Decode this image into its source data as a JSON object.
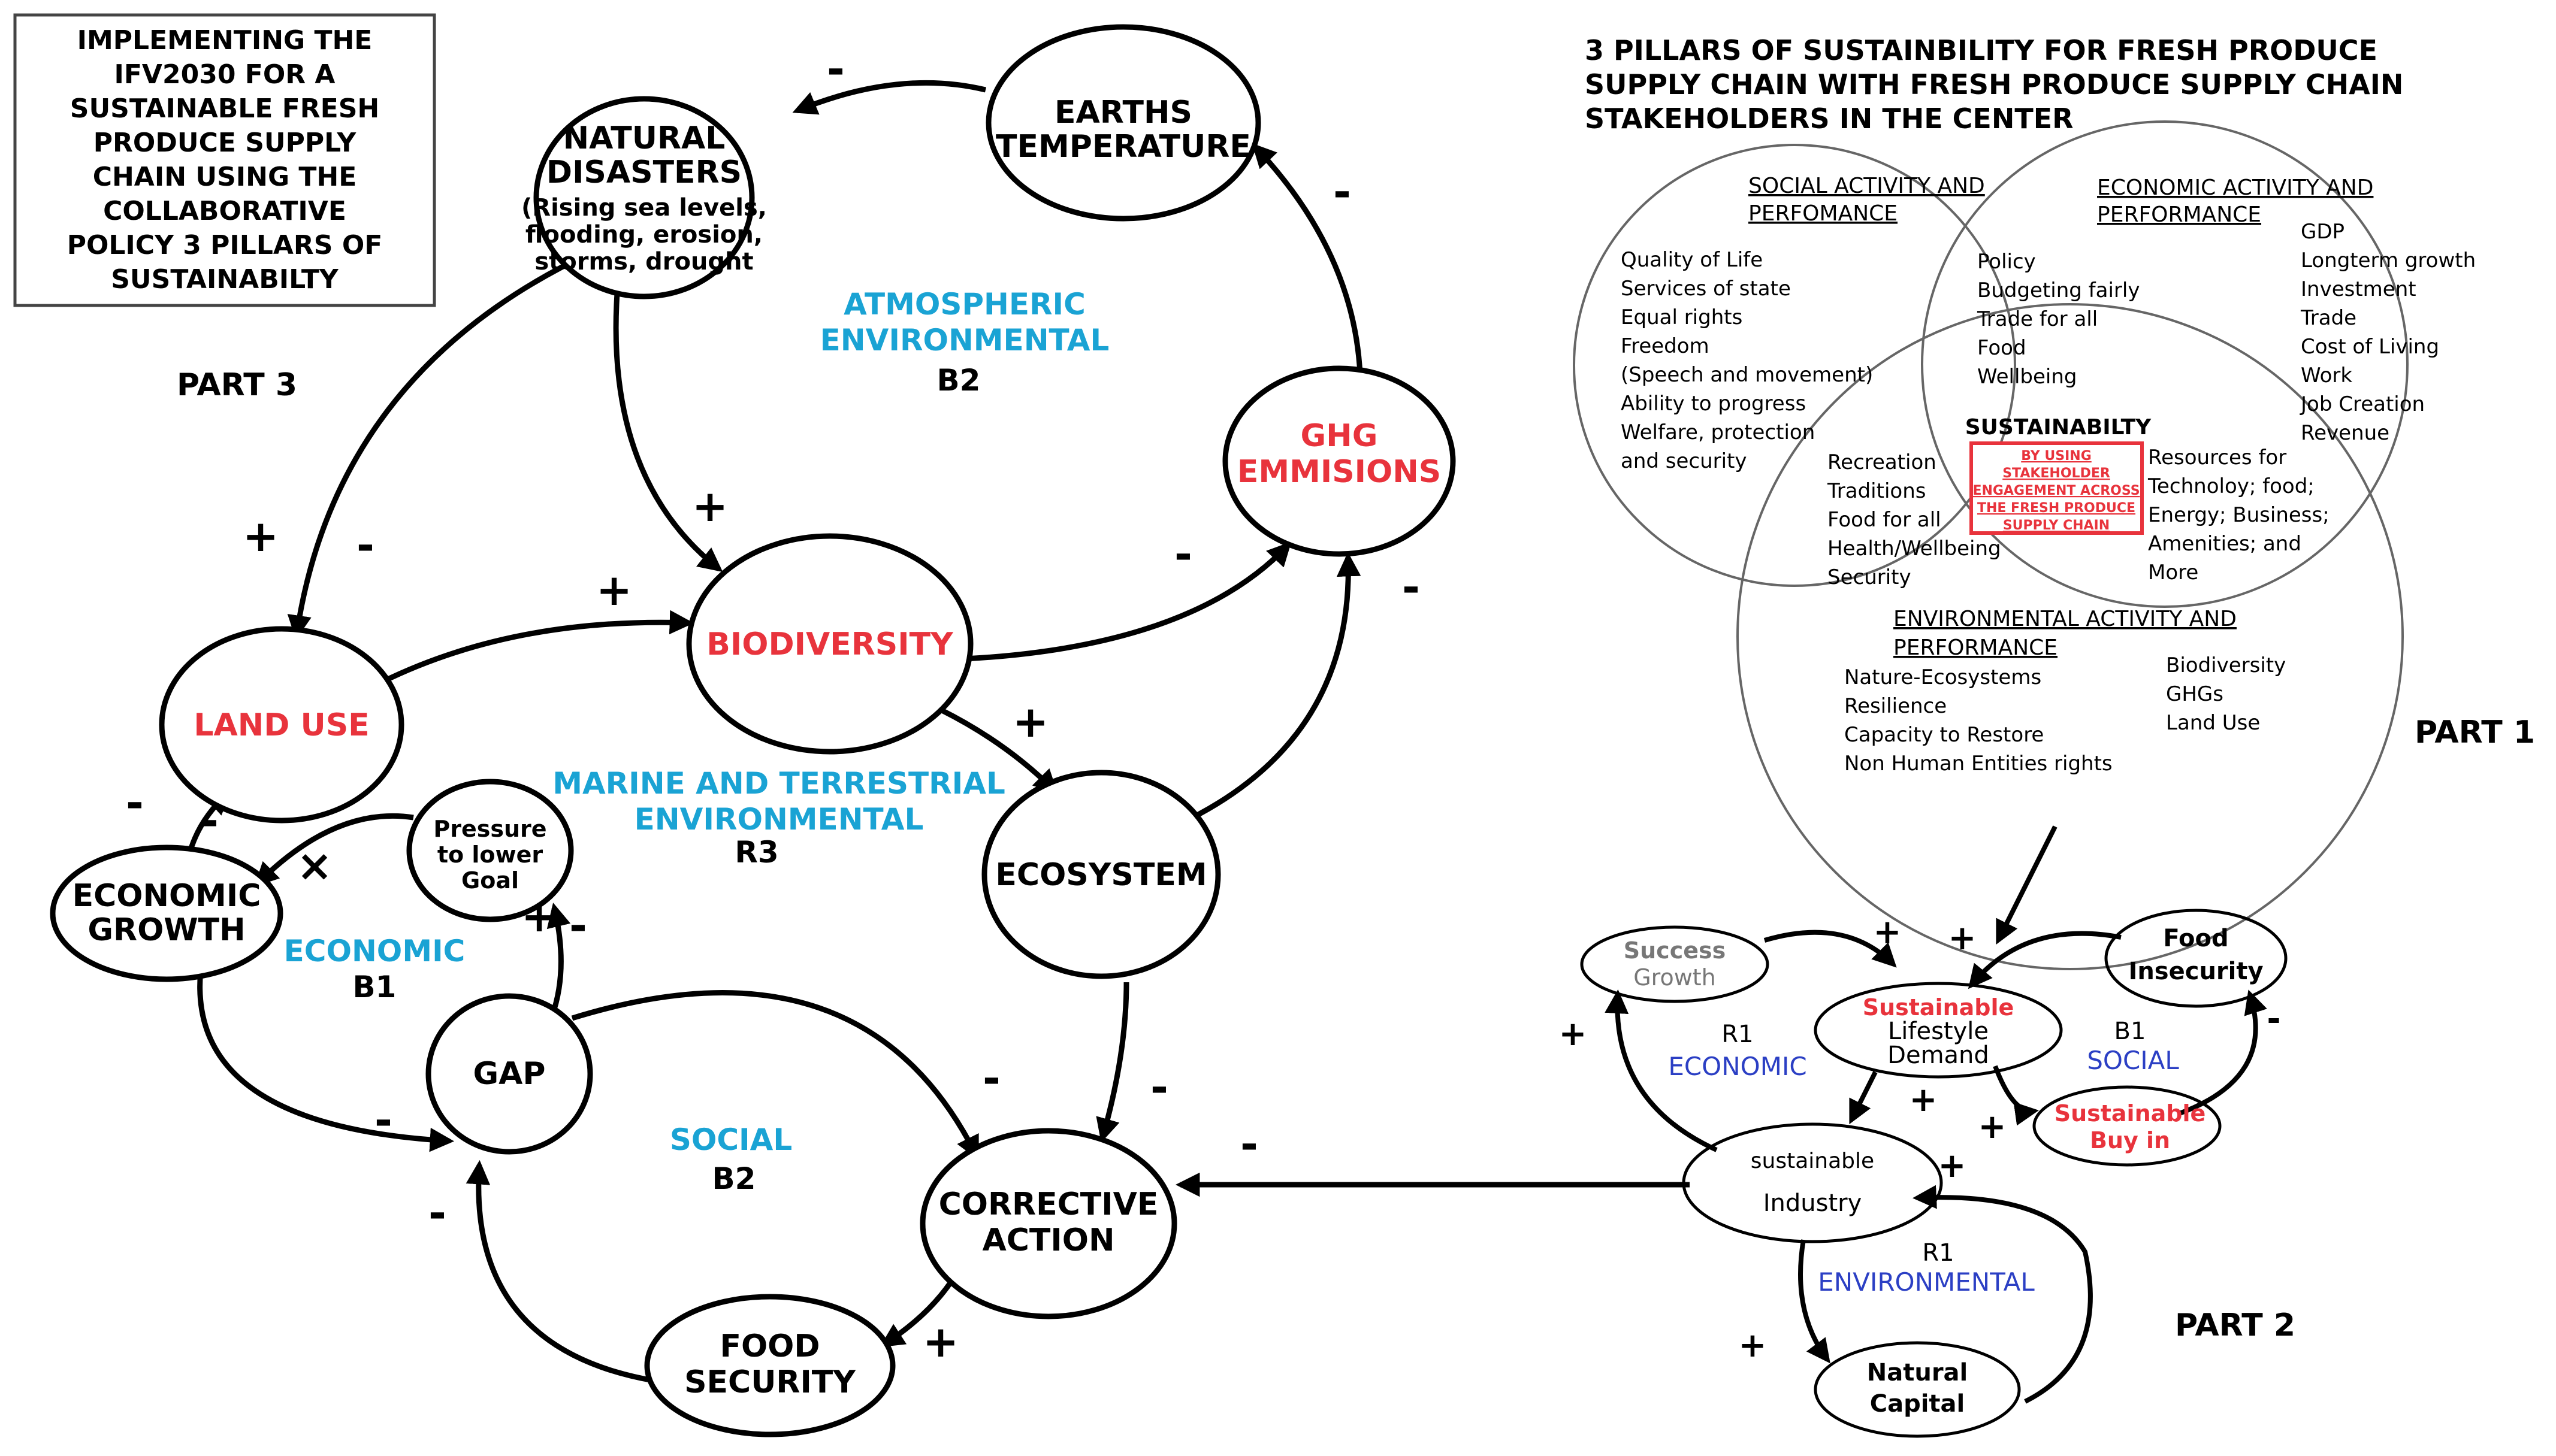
{
  "title_box": [
    "IMPLEMENTING THE",
    "IFV2030 FOR A",
    "SUSTAINABLE FRESH",
    "PRODUCE SUPPLY",
    "CHAIN USING THE",
    "COLLABORATIVE",
    "POLICY 3 PILLARS OF",
    "SUSTAINABILTY"
  ],
  "part_labels": {
    "part3": "PART 3",
    "part1": "PART 1",
    "part2": "PART 2"
  },
  "part3": {
    "nodes": {
      "natural_disasters": [
        "NATURAL",
        "DISASTERS"
      ],
      "natural_disasters_sub": [
        "(Rising sea levels,",
        "flooding, erosion,",
        "storms, drought"
      ],
      "earths_temperature": [
        "EARTHS",
        "TEMPERATURE"
      ],
      "ghg_emissions": [
        "GHG",
        "EMMISIONS"
      ],
      "biodiversity": "BIODIVERSITY",
      "land_use": "LAND USE",
      "ecosystem": "ECOSYSTEM",
      "economic_growth": [
        "ECONOMIC",
        "GROWTH"
      ],
      "pressure": [
        "Pressure",
        "to lower",
        "Goal"
      ],
      "gap": "GAP",
      "corrective_action": [
        "CORRECTIVE",
        "ACTION"
      ],
      "food_security": [
        "FOOD",
        "SECURITY"
      ]
    },
    "loops": {
      "atmospheric": [
        "ATMOSPHERIC",
        "ENVIRONMENTAL"
      ],
      "atmospheric_id": "B2",
      "marine": [
        "MARINE AND TERRESTRIAL",
        "ENVIRONMENTAL"
      ],
      "marine_id": "R3",
      "economic": "ECONOMIC",
      "economic_id": "B1",
      "social": "SOCIAL",
      "social_id": "B2"
    }
  },
  "part1": {
    "title": [
      "3 PILLARS OF SUSTAINBILITY FOR FRESH PRODUCE",
      "SUPPLY CHAIN WITH FRESH PRODUCE SUPPLY CHAIN",
      "STAKEHOLDERS IN THE CENTER"
    ],
    "social_heading": [
      "SOCIAL ACTIVITY AND",
      "PERFOMANCE"
    ],
    "social_items": [
      "Quality of Life",
      "Services of state",
      "Equal rights",
      "Freedom",
      "(Speech and movement)",
      "Ability to progress",
      "Welfare, protection",
      "and security"
    ],
    "economic_heading": [
      "ECONOMIC ACTIVITY AND",
      "PERFORMANCE"
    ],
    "economic_items": [
      "GDP",
      "Longterm growth",
      "Investment",
      "Trade",
      "Cost of Living",
      "Work",
      "Job Creation",
      "Revenue"
    ],
    "social_economic_items": [
      "Policy",
      "Budgeting fairly",
      "Trade for all",
      "Food",
      "Wellbeing"
    ],
    "sustainability": "SUSTAINABILTY",
    "center_box": [
      "BY USING",
      "STAKEHOLDER",
      "ENGAGEMENT ACROSS",
      "THE FRESH PRODUCE",
      "SUPPLY CHAIN"
    ],
    "social_env_items": [
      "Recreation",
      "Traditions",
      "Food for all",
      "Health/Wellbeing",
      "Security"
    ],
    "economic_env_items": [
      "Resources for",
      "Technoloy; food;",
      "Energy; Business;",
      "Amenities; and",
      "More"
    ],
    "env_heading": [
      "ENVIRONMENTAL ACTIVITY AND",
      "PERFORMANCE"
    ],
    "env_items_left": [
      "Nature-Ecosystems",
      "Resilience",
      "Capacity to Restore",
      "Non Human Entities rights"
    ],
    "env_items_right": [
      "Biodiversity",
      "GHGs",
      "Land Use"
    ]
  },
  "part2": {
    "success_growth": [
      "Success",
      "Growth"
    ],
    "lifestyle": [
      "Sustainable",
      "Lifestyle",
      "Demand"
    ],
    "food_insecurity": [
      "Food",
      "Insecurity"
    ],
    "buy_in": [
      "Sustainable",
      "Buy in"
    ],
    "industry": [
      "sustainable",
      "Industry"
    ],
    "natural_capital": [
      "Natural",
      "Capital"
    ],
    "r1_economic": [
      "R1",
      "ECONOMIC"
    ],
    "b1_social": [
      "B1",
      "SOCIAL"
    ],
    "r1_environmental": [
      "R1",
      "ENVIRONMENTAL"
    ]
  },
  "signs": {
    "plus": "+",
    "minus": "−",
    "minus_short": "-",
    "cross": "×"
  }
}
